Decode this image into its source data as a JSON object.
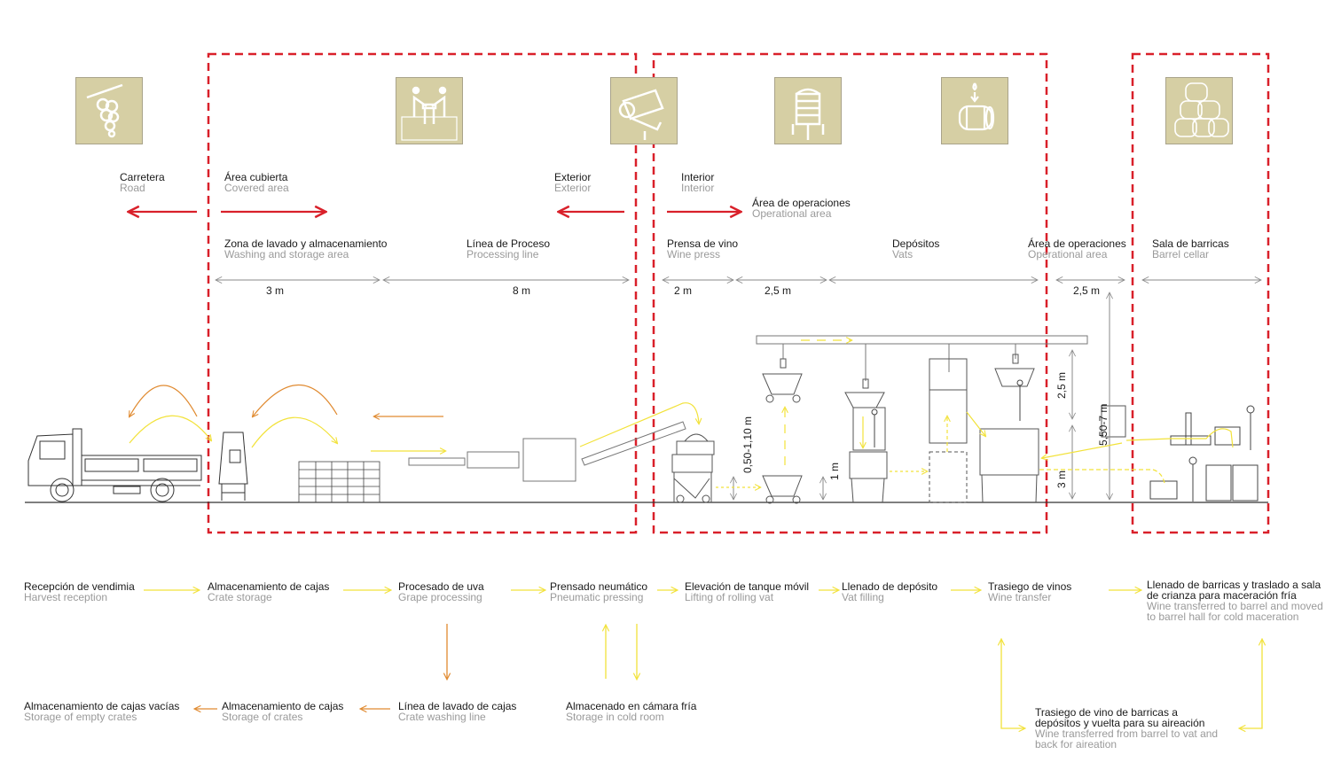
{
  "colors": {
    "zone_border": "#d9202a",
    "direction_arrow": "#d9202a",
    "flow_yellow": "#f2e23a",
    "flow_orange": "#e08a30",
    "icon_bg": "#d6cfa4",
    "line_gray": "#8a8a8a",
    "text_dark": "#1a1a1a",
    "text_light": "#9a9a9a"
  },
  "icons": [
    {
      "name": "grape-bunch-icon"
    },
    {
      "name": "crate-workers-icon"
    },
    {
      "name": "destemmer-icon"
    },
    {
      "name": "tank-icon"
    },
    {
      "name": "barrel-filling-icon"
    },
    {
      "name": "barrel-stack-icon"
    }
  ],
  "areas": {
    "road": {
      "es": "Carretera",
      "en": "Road"
    },
    "covered": {
      "es": "Área cubierta",
      "en": "Covered area"
    },
    "exterior": {
      "es": "Exterior",
      "en": "Exterior"
    },
    "interior": {
      "es": "Interior",
      "en": "Interior"
    },
    "operations_top": {
      "es": "Área de operaciones",
      "en": "Operational area"
    }
  },
  "zones": [
    {
      "es": "Zona de lavado y almacenamiento",
      "en": "Washing and storage area",
      "dim": "3 m"
    },
    {
      "es": "Línea de Proceso",
      "en": "Processing line",
      "dim": "8 m"
    },
    {
      "es": "Prensa de vino",
      "en": "Wine press",
      "dim": "2 m"
    },
    {
      "es": "",
      "en": "",
      "dim": "2,5 m"
    },
    {
      "es": "Depósitos",
      "en": "Vats",
      "dim": ""
    },
    {
      "es": "Área de operaciones",
      "en": "Operational area",
      "dim": "2,5 m"
    },
    {
      "es": "Sala de barricas",
      "en": "Barrel cellar",
      "dim": ""
    }
  ],
  "vertical_dims": {
    "lift": "0,50-1,10 m",
    "vat_base": "1 m",
    "upper": "2,5 m",
    "lower": "3 m",
    "total": "5,50-7 m"
  },
  "process_steps": [
    {
      "es": "Recepción de vendimia",
      "en": "Harvest reception"
    },
    {
      "es": "Almacenamiento de cajas",
      "en": "Crate storage"
    },
    {
      "es": "Procesado de uva",
      "en": "Grape processing"
    },
    {
      "es": "Prensado neumático",
      "en": "Pneumatic pressing"
    },
    {
      "es": "Elevación de tanque móvil",
      "en": "Lifting of rolling vat"
    },
    {
      "es": "Llenado de depósito",
      "en": "Vat filling"
    },
    {
      "es": "Trasiego de vinos",
      "en": "Wine transfer"
    },
    {
      "es": "Llenado de barricas y traslado a sala de crianza para maceración fría",
      "en": "Wine transferred to barrel and moved to barrel hall for cold maceration"
    }
  ],
  "return_steps": [
    {
      "es": "Almacenamiento de cajas vacías",
      "en": "Storage of empty crates"
    },
    {
      "es": "Almacenamiento de cajas",
      "en": "Storage of crates"
    },
    {
      "es": "Línea de lavado de cajas",
      "en": "Crate washing line"
    },
    {
      "es": "Almacenado en cámara fría",
      "en": "Storage in cold room"
    },
    {
      "es": "Trasiego de vino de barricas a depósitos y vuelta para su aireación",
      "en": "Wine transferred from barrel to vat and back for aireation"
    }
  ]
}
